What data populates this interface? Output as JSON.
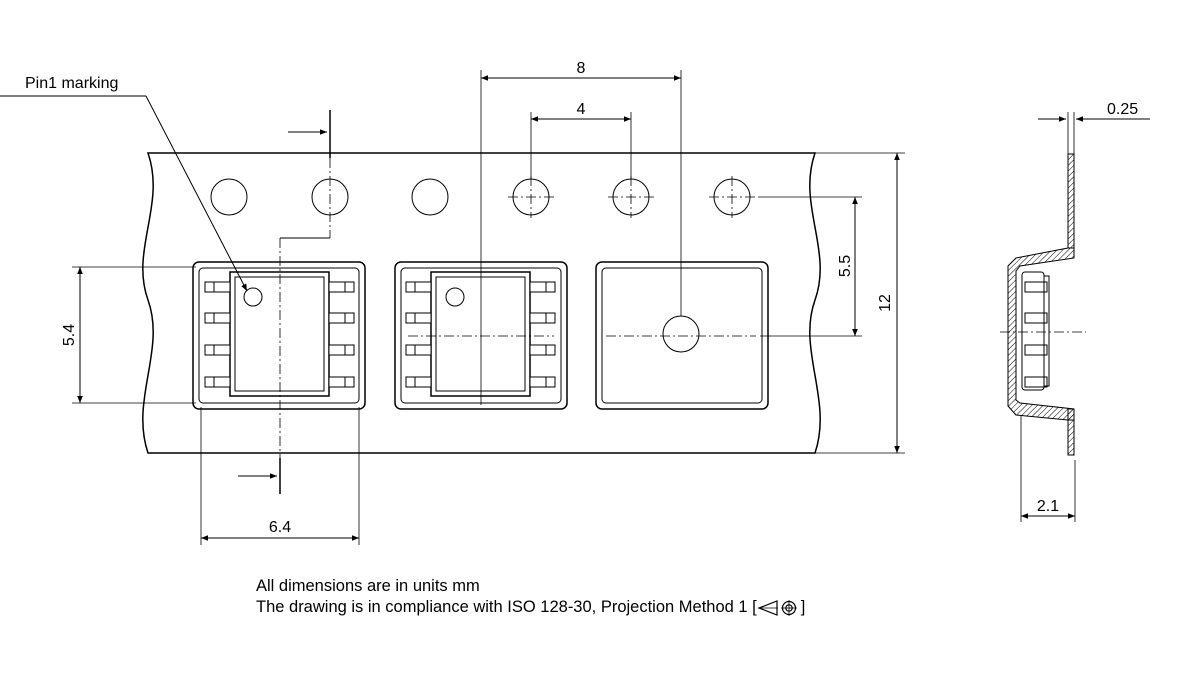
{
  "labels": {
    "pin1": "Pin1 marking"
  },
  "dimensions": {
    "pitch": "8",
    "hole_pitch": "4",
    "hole_to_center": "5.5",
    "tape_width": "12",
    "pocket_height": "5.4",
    "pocket_width": "6.4",
    "tape_thickness": "0.25",
    "pocket_depth": "2.1"
  },
  "notes": {
    "units": "All dimensions are in units mm",
    "compliance": "The drawing is in compliance with ISO 128-30, Projection Method 1 [",
    "bracket_close": "]"
  },
  "icons": {
    "projection": "first-angle-projection-icon"
  }
}
